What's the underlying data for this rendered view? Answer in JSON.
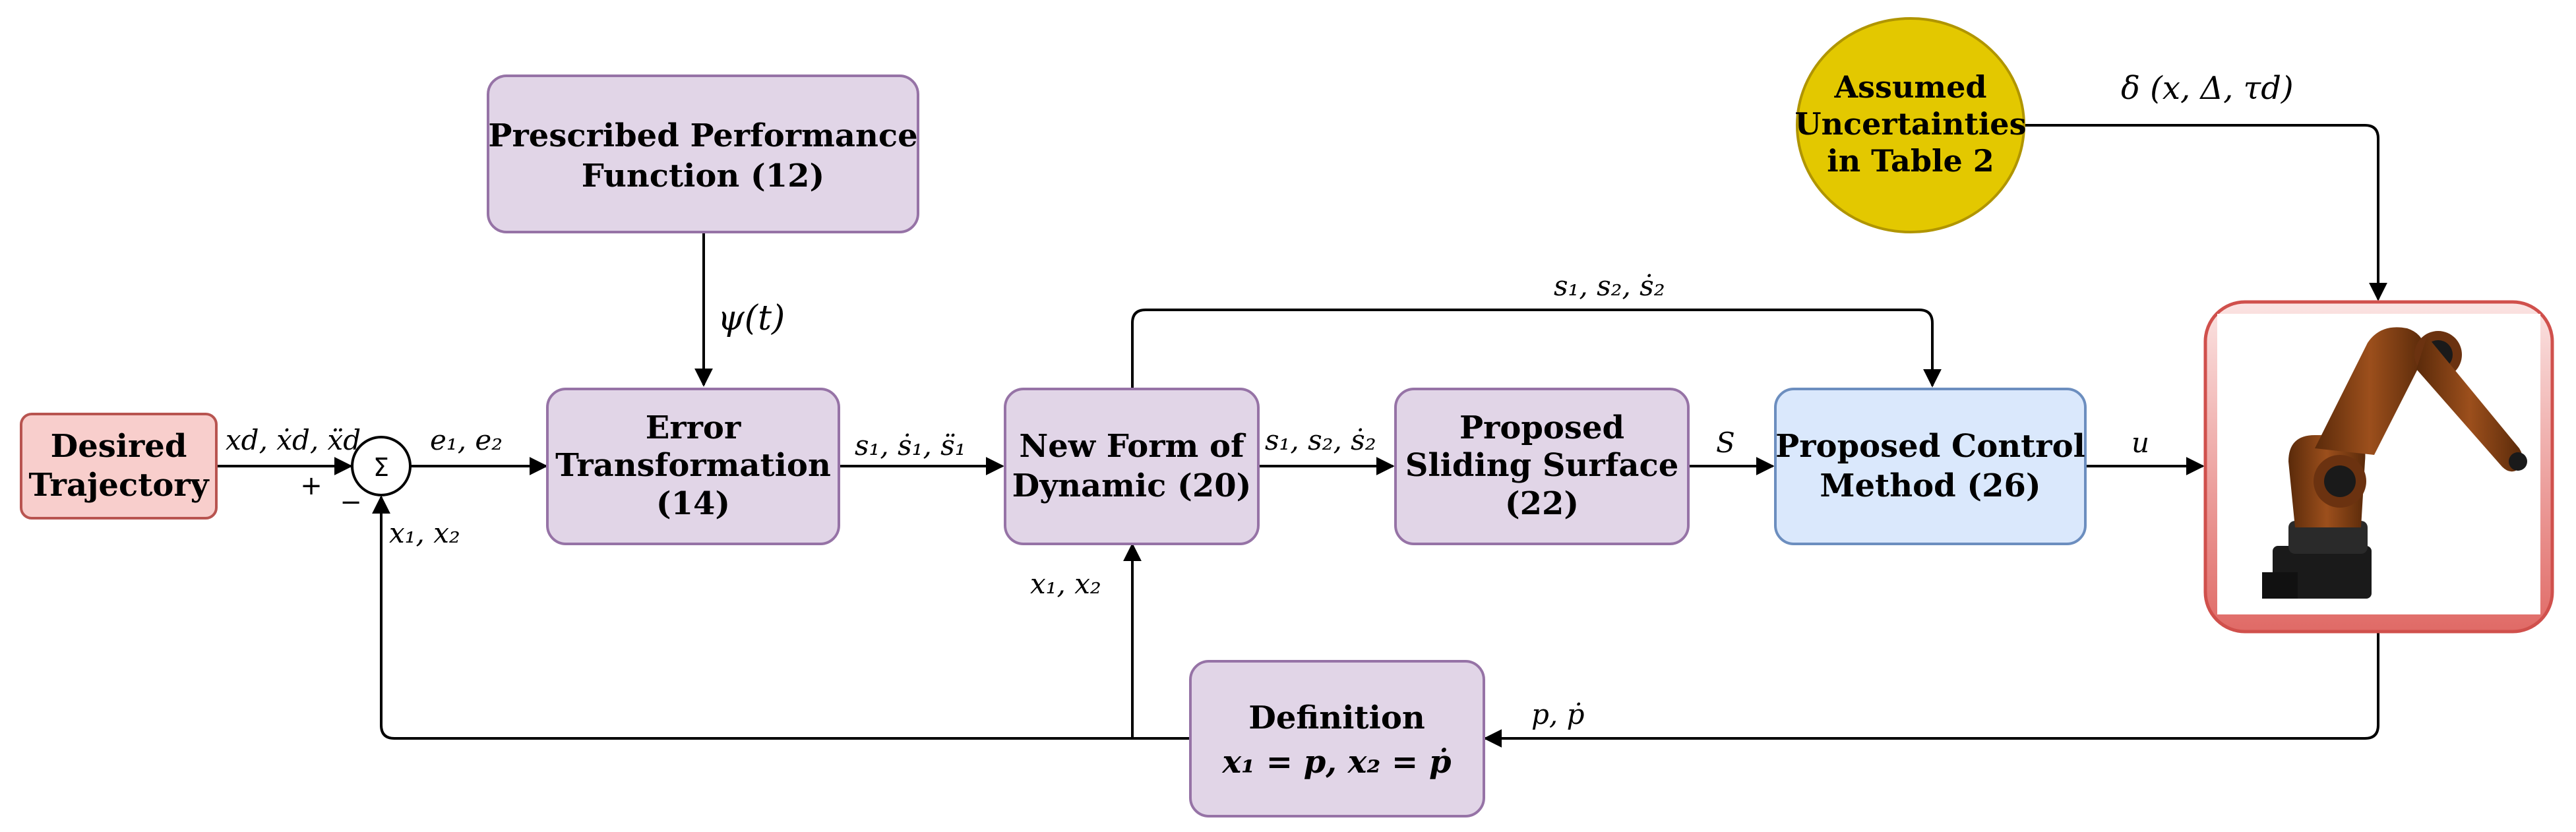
{
  "blocks": {
    "desired": {
      "lines": [
        "Desired",
        "Trajectory"
      ]
    },
    "ppf": {
      "lines": [
        "Prescribed Performance",
        "Function (12)"
      ]
    },
    "error": {
      "lines": [
        "Error",
        "Transformation",
        "(14)"
      ]
    },
    "newform": {
      "lines": [
        "New Form of",
        "Dynamic (20)"
      ]
    },
    "sliding": {
      "lines": [
        "Proposed",
        "Sliding Surface",
        "(22)"
      ]
    },
    "control": {
      "lines": [
        "Proposed Control",
        "Method (26)"
      ]
    },
    "uncert": {
      "lines": [
        "Assumed",
        "Uncertainties",
        "in Table 2"
      ]
    },
    "definition": {
      "title": "Definition",
      "eq": "x₁ = p, x₂ = ṗ"
    }
  },
  "sum": {
    "symbol": "Σ",
    "plus": "+",
    "minus": "−"
  },
  "signals": {
    "ref": "xd, ẋd, ẍd",
    "err": "e₁, e₂",
    "fb_sum": "x₁, x₂",
    "psi": "ψ(t)",
    "s_err": "s₁, ṡ₁, s̈₁",
    "s_new": "s₁, s₂, ṡ₂",
    "s_top": "s₁, s₂, ṡ₂",
    "S": "S",
    "u": "u",
    "delta": "δ (x, Δ, τd)",
    "fb_new": "x₁, x₂",
    "pdot": "p, ṗ"
  },
  "colors": {
    "purple_fill": "#e1d5e7",
    "purple_stroke": "#9673a6",
    "red_fill": "#f8cecc",
    "red_stroke": "#b85450",
    "blue_fill": "#dae8fc",
    "blue_stroke": "#6c8ebf",
    "yellow_fill": "#e3c800",
    "yellow_stroke": "#b09500",
    "robot_orange": "#8b4513",
    "robot_black": "#1a1a1a"
  }
}
